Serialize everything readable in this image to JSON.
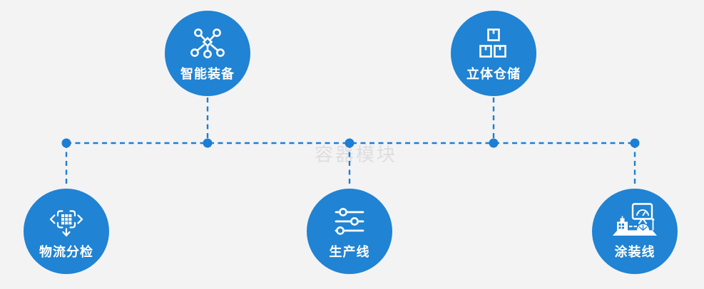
{
  "watermark": "容器模块",
  "colors": {
    "node_blue": "#2083d3",
    "connector_blue": "#1d7ed4",
    "background": "#f3f3f4",
    "label_text": "#ffffff",
    "watermark_gray": "#dedee0"
  },
  "nodes": [
    {
      "label": "智能装备",
      "icon": "network-nodes-icon",
      "position": "top-left"
    },
    {
      "label": "立体仓储",
      "icon": "stacked-boxes-icon",
      "position": "top-right"
    },
    {
      "label": "物流分检",
      "icon": "sorting-arrows-icon",
      "position": "bottom-left"
    },
    {
      "label": "生产线",
      "icon": "sliders-icon",
      "position": "bottom-center"
    },
    {
      "label": "涂装线",
      "icon": "machine-station-icon",
      "position": "bottom-right"
    }
  ]
}
